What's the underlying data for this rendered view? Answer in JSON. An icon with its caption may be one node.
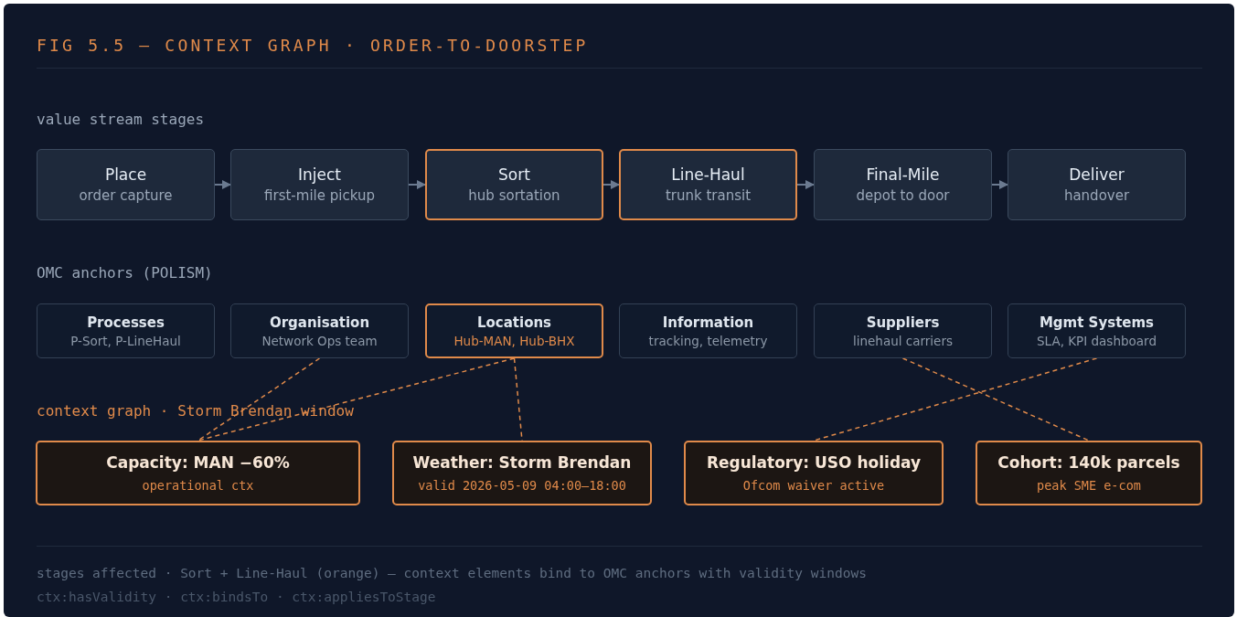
{
  "diagram": {
    "title": "FIG 5.5 — CONTEXT GRAPH · ORDER-TO-DOORSTEP",
    "nodes": [
      {
        "text": [
          "Place",
          "order capture"
        ]
      },
      {
        "text": [
          "Inject",
          "first-mile pickup"
        ]
      },
      {
        "text": [
          "Sort",
          "hub sortation"
        ]
      },
      {
        "text": [
          "Line-Haul",
          "trunk transit"
        ]
      },
      {
        "text": [
          "Final-Mile",
          "depot to door"
        ]
      },
      {
        "text": [
          "Deliver",
          "handover"
        ]
      },
      {
        "text": [
          "Processes",
          "P-Sort, P-LineHaul"
        ]
      },
      {
        "text": [
          "Organisation",
          "Network Ops team"
        ]
      },
      {
        "text": [
          "Locations",
          "Hub-MAN, Hub-BHX"
        ]
      },
      {
        "text": [
          "Information",
          "tracking, telemetry"
        ]
      },
      {
        "text": [
          "Suppliers",
          "linehaul carriers"
        ]
      },
      {
        "text": [
          "Mgmt Systems",
          "SLA, KPI dashboard"
        ]
      },
      {
        "text": [
          "Capacity: MAN −60%",
          "operational ctx"
        ]
      },
      {
        "text": [
          "Weather: Storm Brendan",
          "valid 2026-05-09 04:00–18:00"
        ]
      },
      {
        "text": [
          "Regulatory: USO holiday",
          "Ofcom waiver active"
        ]
      },
      {
        "text": [
          "Cohort: 140k parcels",
          "peak SME e-com"
        ]
      }
    ],
    "edges": [
      {
        "from": 0,
        "to": 1,
        "arrow": "to"
      },
      {
        "from": 1,
        "to": 2,
        "arrow": "to"
      },
      {
        "from": 2,
        "to": 3,
        "arrow": "to"
      },
      {
        "from": 3,
        "to": 4,
        "arrow": "to"
      },
      {
        "from": 4,
        "to": 5,
        "arrow": "to"
      },
      {
        "from": 7,
        "to": 12,
        "arrow": "none",
        "style": "dashed",
        "color": "#e08a4a"
      },
      {
        "from": 8,
        "to": 12,
        "arrow": "none",
        "style": "dashed",
        "color": "#e08a4a"
      },
      {
        "from": 8,
        "to": 13,
        "arrow": "none",
        "style": "dashed",
        "color": "#e08a4a"
      },
      {
        "from": 10,
        "to": 15,
        "arrow": "none",
        "style": "dashed",
        "color": "#e08a4a"
      },
      {
        "from": 11,
        "to": 14,
        "arrow": "none",
        "style": "dashed",
        "color": "#e08a4a"
      }
    ],
    "labels": [
      "value stream stages",
      "OMC anchors (POLISM)",
      "context graph · Storm Brendan window",
      "stages affected · Sort + Line-Haul (orange) — context elements bind to OMC anchors with validity windows",
      "ctx:hasValidity · ctx:bindsTo · ctx:appliesToStage"
    ]
  }
}
